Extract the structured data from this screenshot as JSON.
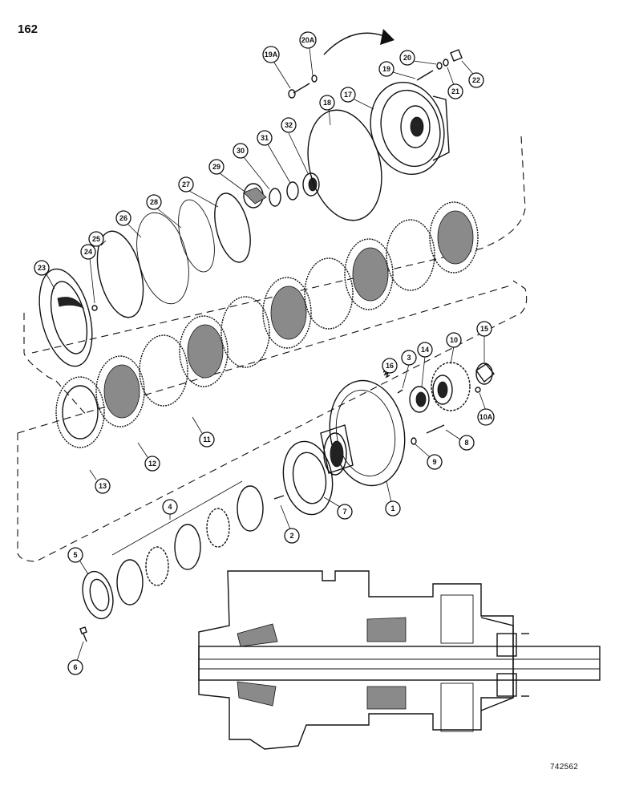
{
  "page_number": "162",
  "drawing_code": "742562",
  "callouts": [
    "1",
    "2",
    "3",
    "4",
    "5",
    "6",
    "7",
    "8",
    "9",
    "10",
    "10A",
    "11",
    "12",
    "13",
    "14",
    "15",
    "16",
    "17",
    "18",
    "19",
    "19A",
    "20",
    "20A",
    "21",
    "22",
    "23",
    "24",
    "25",
    "26",
    "27",
    "28",
    "29",
    "30",
    "31",
    "32"
  ]
}
